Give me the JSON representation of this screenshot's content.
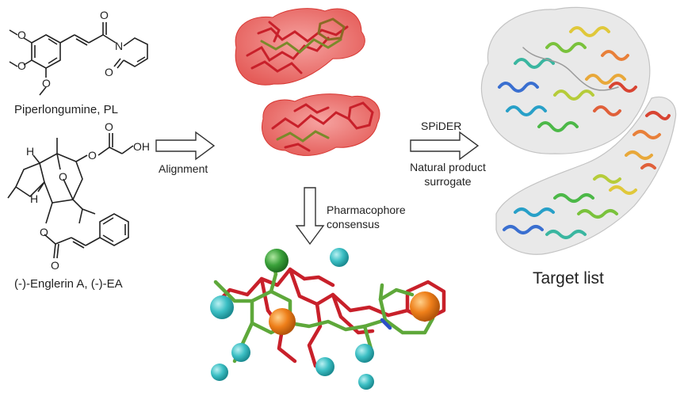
{
  "molecules": {
    "pl": {
      "name": "Piperlongumine, PL",
      "atoms": {
        "o1": "O",
        "o2": "O",
        "o3": "O",
        "o4": "O",
        "o5": "O",
        "n": "N"
      }
    },
    "ea": {
      "name": "(-)-Englerin A, (-)-EA",
      "atoms": {
        "h1": "H",
        "h2": "H",
        "o1": "O",
        "o2": "O",
        "oh": "OH",
        "o3": "O",
        "o4": "O",
        "o5": "O"
      }
    }
  },
  "steps": {
    "alignment": "Alignment",
    "pharmacophore": [
      "Pharmacophore",
      "consensus"
    ],
    "spider": "SPiDER",
    "surrogate": [
      "Natural product",
      "surrogate"
    ]
  },
  "output": {
    "title": "Target list"
  },
  "colors": {
    "surface_red": "#e8534f",
    "ligand_red": "#c8202a",
    "ligand_green": "#5ea83a",
    "sphere_cyan": "#3cbfc4",
    "sphere_orange": "#ee7f1a",
    "sphere_green": "#3aa13a",
    "arrow_outline": "#333333"
  }
}
